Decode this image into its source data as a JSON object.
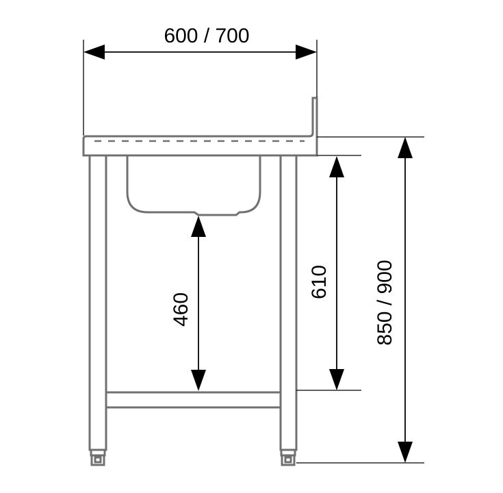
{
  "dimensions": {
    "width": "600 / 700",
    "sink_clearance": "460",
    "frame_height": "610",
    "total_height": "850 / 900"
  },
  "colors": {
    "part_stroke": "#707070",
    "dimension": "#000000",
    "background": "#ffffff"
  }
}
